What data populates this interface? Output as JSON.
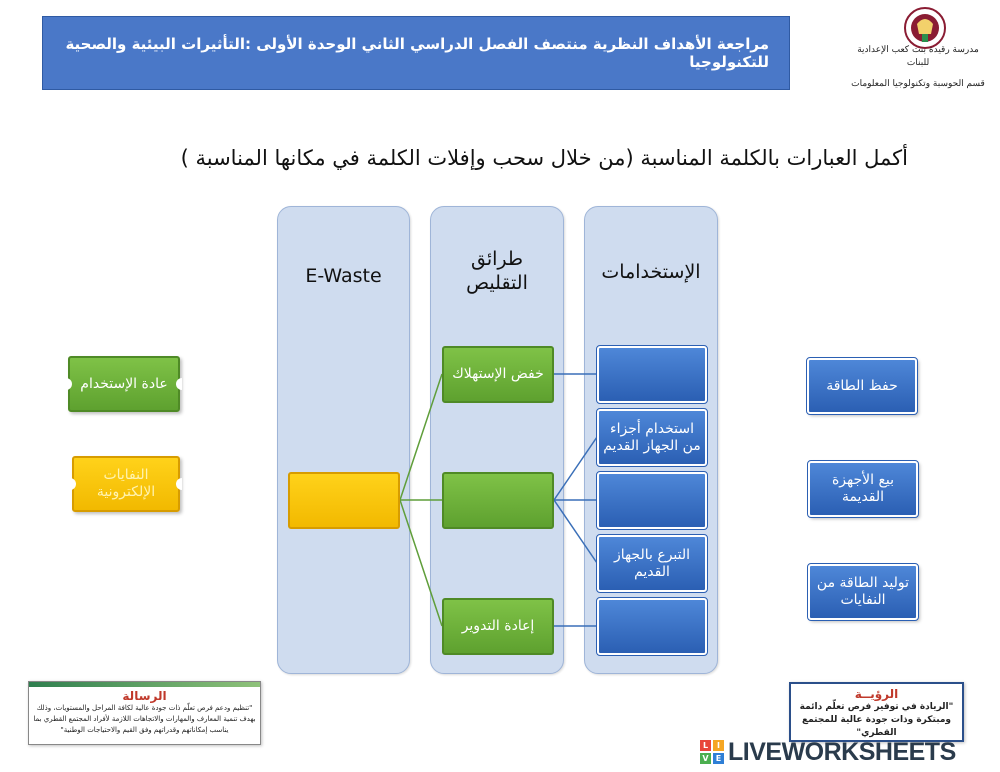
{
  "header": {
    "banner_title": "مراجعة الأهداف النظرية منتصف الفصل الدراسي الثاني الوحدة الأولى :التأثيرات البيئية والصحية للتكنولوجيا",
    "school_name": "مدرسة رقيدة بنت كعب الإعدادية للبنات",
    "department": "قسم الحوسبة وتكنولوجيا المعلومات"
  },
  "instruction": "أكمل العبارات بالكلمة المناسبة (من خلال سحب وإفلات الكلمة في مكانها المناسبة )",
  "columns": {
    "ewaste_title": "E-Waste",
    "reduce_title": "طرائق التقليص",
    "uses_title": "الإستخدامات"
  },
  "reduce_boxes": {
    "consumption": "خفض الإستهلاك",
    "recycle": "إعادة التدوير"
  },
  "uses_boxes": {
    "parts": "استخدام أجزاء من الجهاز القديم",
    "donate": "التبرع بالجهاز القديم"
  },
  "drag_left": {
    "reuse": "عادة الإستخدام",
    "ewaste": "النفايات الإلكترونية"
  },
  "drag_right": {
    "save_energy": "حفظ الطاقة",
    "sell_devices": "بيع الأجهزة القديمة",
    "waste_energy": "توليد الطاقة من النفايات"
  },
  "mission": {
    "title": "الرسالة",
    "body": "\"تنظيم ودعم فرص تعلّم ذات جودة عالية لكافة المراحل والمستويات، وذلك بهدف تنمية المعارف والمهارات والاتجاهات اللازمة لأفراد المجتمع القطري بما يناسب إمكاناتهم وقدراتهم وفق القيم والاحتياجات الوطنية\""
  },
  "vision": {
    "title": "الرؤيــة",
    "body": "\"الريادة في توفير فرص تعلّم دائمة ومبتكرة وذات جودة عالية للمجتمع القطري\""
  },
  "brand": {
    "text": "LIVEWORKSHEETS",
    "mark": [
      "L",
      "I",
      "V",
      "E"
    ],
    "colors": [
      "#e8463b",
      "#f5a623",
      "#4caf50",
      "#2f7fd6"
    ]
  },
  "colors": {
    "banner": "#4a78c8",
    "column_bg": "#cfdcef",
    "green": "#6aad37",
    "yellow": "#f7c300",
    "blue": "#3a72c6"
  }
}
